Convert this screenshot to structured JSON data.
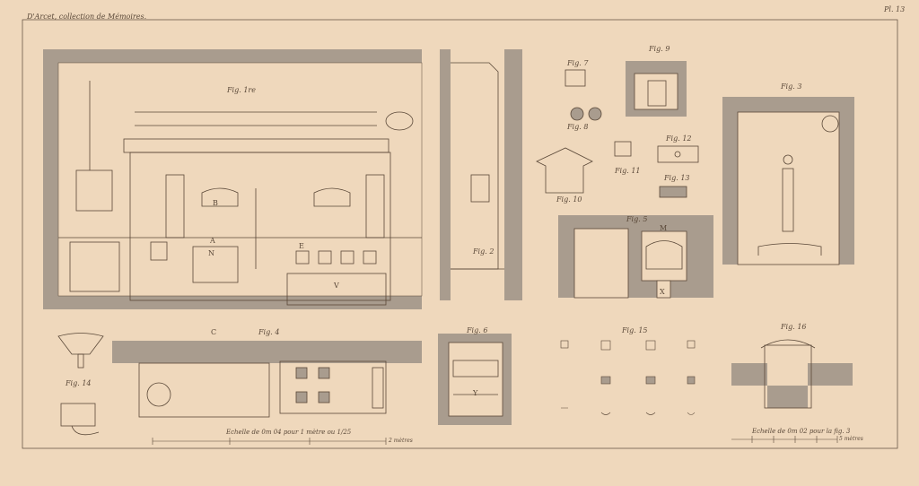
{
  "header": {
    "left": "D'Arcet, collection de Mémoires.",
    "right": "Pl. 13"
  },
  "figures": [
    "Fig. 1re",
    "Fig. 2",
    "Fig. 3",
    "Fig. 4",
    "Fig. 5",
    "Fig. 6",
    "Fig. 7",
    "Fig. 8",
    "Fig. 9",
    "Fig. 10",
    "Fig. 11",
    "Fig. 12",
    "Fig. 13",
    "Fig. 14",
    "Fig. 15",
    "Fig. 16"
  ],
  "scales": {
    "left": {
      "caption": "Echelle de 0m 04 pour 1 mètre ou 1/25",
      "end": "2 mètres"
    },
    "right": {
      "caption": "Echelle de 0m 02 pour la fig. 3",
      "end": "5 mètres"
    }
  },
  "labels": {
    "V": "V",
    "A": "A",
    "N": "N",
    "B": "B",
    "E": "E",
    "M": "M",
    "C": "C",
    "X": "X",
    "Y": "Y"
  },
  "colors": {
    "paper": "#efd8bc",
    "wall": "#a99c8e",
    "ink": "#5a4838"
  }
}
